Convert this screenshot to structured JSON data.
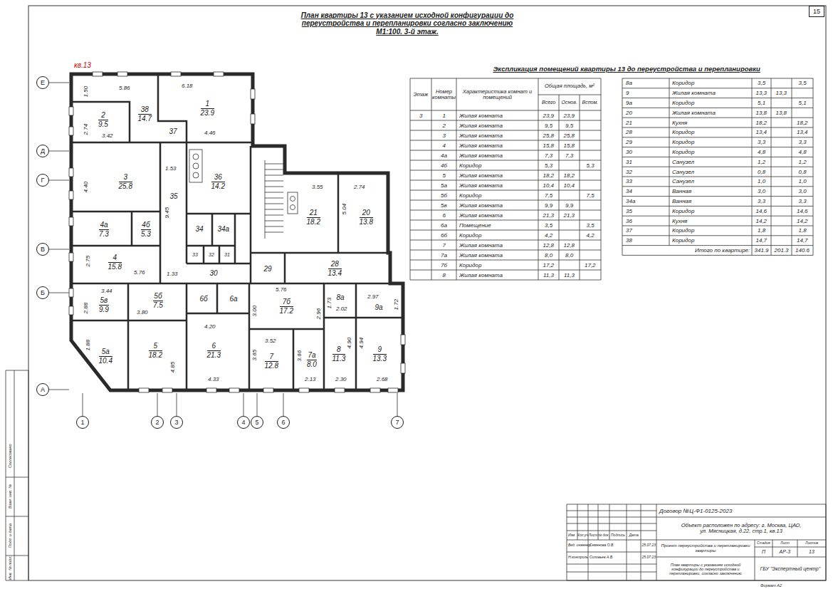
{
  "diagram": {
    "title": "План квартиры 13 с указанием исходной конфигурации до переустройства и перепланировки согласно заключению М1:100. 3-й этаж.",
    "nodes": [
      {
        "text": [
          "38",
          "14.7"
        ]
      },
      {
        "text": [
          "1",
          "23.9"
        ]
      },
      {
        "text": [
          "2",
          "9.5"
        ]
      },
      {
        "text": [
          "37"
        ]
      },
      {
        "text": [
          "3",
          "25.8"
        ]
      },
      {
        "text": [
          "36",
          "14.2"
        ]
      },
      {
        "text": [
          "35"
        ]
      },
      {
        "text": [
          "21",
          "18.2"
        ]
      },
      {
        "text": [
          "20",
          "13.8"
        ]
      },
      {
        "text": [
          "4а",
          "7.3"
        ]
      },
      {
        "text": [
          "4б",
          "5.3"
        ]
      },
      {
        "text": [
          "34"
        ]
      },
      {
        "text": [
          "34а"
        ]
      },
      {
        "text": [
          "33"
        ]
      },
      {
        "text": [
          "32"
        ]
      },
      {
        "text": [
          "31"
        ]
      },
      {
        "text": [
          "4",
          "15.8"
        ]
      },
      {
        "text": [
          "30"
        ]
      },
      {
        "text": [
          "29"
        ]
      },
      {
        "text": [
          "28",
          "13.4"
        ]
      },
      {
        "text": [
          "5в",
          "9.9"
        ]
      },
      {
        "text": [
          "5б",
          "7.5"
        ]
      },
      {
        "text": [
          "6б"
        ]
      },
      {
        "text": [
          "6а"
        ]
      },
      {
        "text": [
          "7б",
          "17.2"
        ]
      },
      {
        "text": [
          "8а"
        ]
      },
      {
        "text": [
          "9а"
        ]
      },
      {
        "text": [
          "5а",
          "10.4"
        ]
      },
      {
        "text": [
          "5",
          "18.2"
        ]
      },
      {
        "text": [
          "6",
          "21.3"
        ]
      },
      {
        "text": [
          "7",
          "12.8"
        ]
      },
      {
        "text": [
          "7а",
          "8.0"
        ]
      },
      {
        "text": [
          "8",
          "11.3"
        ]
      },
      {
        "text": [
          "9",
          "13.3"
        ]
      },
      {
        "text": [
          "Е"
        ]
      },
      {
        "text": [
          "Д"
        ]
      },
      {
        "text": [
          "Г"
        ]
      },
      {
        "text": [
          "В"
        ]
      },
      {
        "text": [
          "Б"
        ]
      },
      {
        "text": [
          "А"
        ]
      },
      {
        "text": [
          "1"
        ]
      },
      {
        "text": [
          "2"
        ]
      },
      {
        "text": [
          "3"
        ]
      },
      {
        "text": [
          "4"
        ]
      },
      {
        "text": [
          "5"
        ]
      },
      {
        "text": [
          "6"
        ]
      },
      {
        "text": [
          "7"
        ]
      },
      {
        "text": [
          "15"
        ]
      }
    ],
    "labels": [
      "кв.13",
      "1.50",
      "5.86",
      "6.18",
      "2.74",
      "3.42",
      "4.46",
      "1.53",
      "4.40",
      "9.45",
      "3.55",
      "2.74",
      "5.04",
      "2.75",
      "5.76",
      "1.33",
      "3.44",
      "2.88",
      "3.80",
      "5.76",
      "1.73",
      "2.02",
      "2.97",
      "1.72",
      "3.00",
      "2.96",
      "4.20",
      "3.52",
      "1.88",
      "4.85",
      "3.65",
      "3.66",
      "4.90",
      "4.94",
      "4.33",
      "2.13",
      "2.30",
      "2.68",
      "Экспликация помещений квартиры 13 до переустройства и перепланировки",
      "Этаж",
      "Номер комнаты",
      "Характеристика комнат и помещений",
      "Общая площадь, м²",
      "Всего",
      "Основ.",
      "Вспом.",
      "3",
      "1",
      "Жилая комната",
      "23,9",
      "23,9",
      "2",
      "Жилая комната",
      "9,5",
      "9,5",
      "3",
      "Жилая комната",
      "25,8",
      "25,8",
      "4",
      "Жилая комната",
      "15,8",
      "15,8",
      "4а",
      "Жилая комната",
      "7,3",
      "7,3",
      "4б",
      "Коридор",
      "5,3",
      "5,3",
      "5",
      "Жилая комната",
      "18,2",
      "18,2",
      "5а",
      "Жилая комната",
      "10,4",
      "10,4",
      "5б",
      "Коридор",
      "7,5",
      "7,5",
      "5в",
      "Жилая комната",
      "9,9",
      "9,9",
      "6",
      "Жилая комната",
      "21,3",
      "21,3",
      "6а",
      "Помещение",
      "3,5",
      "3,5",
      "6б",
      "Коридор",
      "4,2",
      "4,2",
      "7",
      "Жилая комната",
      "12,8",
      "12,8",
      "7а",
      "Жилая комната",
      "8,0",
      "8,0",
      "7б",
      "Коридор",
      "17,2",
      "17,2",
      "8",
      "Жилая комната",
      "11,3",
      "11,3",
      "8а",
      "Коридор",
      "3,5",
      "3,5",
      "9",
      "Жилая комната",
      "13,3",
      "13,3",
      "9а",
      "Коридор",
      "5,1",
      "5,1",
      "20",
      "Жилая комната",
      "13,8",
      "13,8",
      "21",
      "Кухня",
      "18,2",
      "18,2",
      "28",
      "Коридор",
      "13,4",
      "13,4",
      "29",
      "Коридор",
      "3,3",
      "3,3",
      "30",
      "Коридор",
      "4,8",
      "4,8",
      "31",
      "Санузел",
      "1,2",
      "1,2",
      "32",
      "Санузел",
      "0,8",
      "0,8",
      "33",
      "Санузел",
      "1,0",
      "1,0",
      "34",
      "Ванная",
      "3,0",
      "3,0",
      "34а",
      "Ванная",
      "3,3",
      "3,3",
      "35",
      "Коридор",
      "14,6",
      "14,6",
      "36",
      "Кухня",
      "14,2",
      "14,2",
      "37",
      "Коридор",
      "1,8",
      "1,8",
      "38",
      "Коридор",
      "14,7",
      "14,7",
      "Итого по квартире:",
      "341.9",
      "201.3",
      "140.6",
      "Договор №Ц-Ф1-0125-2023",
      "Объект расположен по адресу: г. Москва, ЦАО, ул. Мясницкая, д.22, стр.1, кв.13",
      "Изм.",
      "Кол.уч",
      "Лист",
      "№ док.",
      "Подпись",
      "Дата",
      "Вед. инженер",
      "Семенова О.В.",
      "25.07.23",
      "Н.контроль",
      "Соловьев А.В.",
      "25.07.23",
      "Проект переустройства и перепланировки квартиры",
      "Стадия",
      "Лист",
      "Листов",
      "П",
      "АР-3",
      "13",
      "План квартиры с указанием исходной конфигурации до переустройства и перепланировки, согласно заключению",
      "ГБУ \"Экспертный центр\"",
      "Формат А2",
      "Согласовано",
      "Взам. инв. №",
      "Подп. и дата",
      "Инв. № подл."
    ]
  }
}
